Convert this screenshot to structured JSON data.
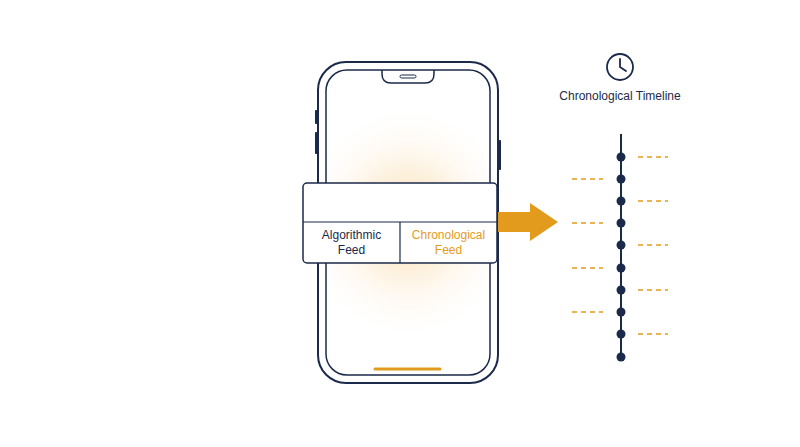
{
  "diagram": {
    "nodes": [
      {
        "text": [
          "Algorithmic Feed"
        ]
      },
      {
        "text": [
          "Chronological Feed"
        ]
      }
    ],
    "labels": [
      "Chronological Timeline"
    ]
  }
}
